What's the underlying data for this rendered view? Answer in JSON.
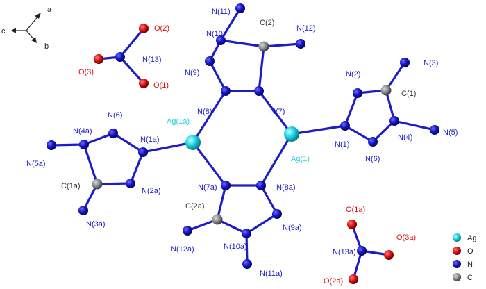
{
  "colors": {
    "Ag": "#1fd6e6",
    "O": "#e01010",
    "N": "#1515c8",
    "C": "#8c8c8c",
    "bond_N": "#1c1cc8",
    "bond_Ag": "#1c1cc8"
  },
  "axes": {
    "a": "a",
    "b": "b",
    "c": "c"
  },
  "legend": [
    {
      "element": "Ag",
      "label": "Ag"
    },
    {
      "element": "O",
      "label": "O"
    },
    {
      "element": "N",
      "label": "N"
    },
    {
      "element": "C",
      "label": "C"
    }
  ],
  "atoms": [
    {
      "id": "Ag1",
      "element": "Ag",
      "label": "Ag(1)"
    },
    {
      "id": "Ag1a",
      "element": "Ag",
      "label": "Ag(1a)"
    },
    {
      "id": "N7",
      "element": "N",
      "label": "N(7)"
    },
    {
      "id": "N8",
      "element": "N",
      "label": "N(8)"
    },
    {
      "id": "N9",
      "element": "N",
      "label": "N(9)"
    },
    {
      "id": "N10",
      "element": "N",
      "label": "N(10)"
    },
    {
      "id": "N11",
      "element": "N",
      "label": "N(11)"
    },
    {
      "id": "C2",
      "element": "C",
      "label": "C(2)"
    },
    {
      "id": "N12",
      "element": "N",
      "label": "N(12)"
    },
    {
      "id": "N7a",
      "element": "N",
      "label": "N(7a)"
    },
    {
      "id": "N8a",
      "element": "N",
      "label": "N(8a)"
    },
    {
      "id": "N9a",
      "element": "N",
      "label": "N(9a)"
    },
    {
      "id": "N10a",
      "element": "N",
      "label": "N(10a)"
    },
    {
      "id": "N11a",
      "element": "N",
      "label": "N(11a)"
    },
    {
      "id": "C2a",
      "element": "C",
      "label": "C(2a)"
    },
    {
      "id": "N12a",
      "element": "N",
      "label": "N(12a)"
    },
    {
      "id": "N1",
      "element": "N",
      "label": "N(1)"
    },
    {
      "id": "N2",
      "element": "N",
      "label": "N(2)"
    },
    {
      "id": "C1",
      "element": "C",
      "label": "C(1)"
    },
    {
      "id": "N3",
      "element": "N",
      "label": "N(3)"
    },
    {
      "id": "N4",
      "element": "N",
      "label": "N(4)"
    },
    {
      "id": "N5",
      "element": "N",
      "label": "N(5)"
    },
    {
      "id": "N6",
      "element": "N",
      "label": "N(6)"
    },
    {
      "id": "N1a",
      "element": "N",
      "label": "N(1a)"
    },
    {
      "id": "N6a",
      "element": "N",
      "label": "N(6)"
    },
    {
      "id": "N4a",
      "element": "N",
      "label": "N(4a)"
    },
    {
      "id": "N5a",
      "element": "N",
      "label": "N(5a)"
    },
    {
      "id": "C1a",
      "element": "C",
      "label": "C(1a)"
    },
    {
      "id": "N2a",
      "element": "N",
      "label": "N(2a)"
    },
    {
      "id": "N3a",
      "element": "N",
      "label": "N(3a)"
    },
    {
      "id": "N13",
      "element": "N",
      "label": "N(13)"
    },
    {
      "id": "O1",
      "element": "O",
      "label": "O(1)"
    },
    {
      "id": "O2",
      "element": "O",
      "label": "O(2)"
    },
    {
      "id": "O3",
      "element": "O",
      "label": "O(3)"
    },
    {
      "id": "N13a",
      "element": "N",
      "label": "N(13a)"
    },
    {
      "id": "O1a",
      "element": "O",
      "label": "O(1a)"
    },
    {
      "id": "O2a",
      "element": "O",
      "label": "O(2a)"
    },
    {
      "id": "O3a",
      "element": "O",
      "label": "O(3a)"
    }
  ],
  "bonds": [
    [
      "Ag1a",
      "N8"
    ],
    [
      "Ag1a",
      "N7a"
    ],
    [
      "Ag1a",
      "N1a"
    ],
    [
      "Ag1",
      "N7"
    ],
    [
      "Ag1",
      "N8a"
    ],
    [
      "Ag1",
      "N1"
    ],
    [
      "N8",
      "N7"
    ],
    [
      "N8",
      "N9"
    ],
    [
      "N9",
      "N10"
    ],
    [
      "N10",
      "C2"
    ],
    [
      "C2",
      "N7"
    ],
    [
      "C2",
      "N12"
    ],
    [
      "N10",
      "N11"
    ],
    [
      "N7a",
      "N8a"
    ],
    [
      "N8a",
      "N9a"
    ],
    [
      "N9a",
      "N10a"
    ],
    [
      "N10a",
      "C2a"
    ],
    [
      "C2a",
      "N7a"
    ],
    [
      "C2a",
      "N12a"
    ],
    [
      "N10a",
      "N11a"
    ],
    [
      "N1",
      "N2"
    ],
    [
      "N2",
      "C1"
    ],
    [
      "C1",
      "N4"
    ],
    [
      "N4",
      "N6"
    ],
    [
      "N6",
      "N1"
    ],
    [
      "C1",
      "N3"
    ],
    [
      "N4",
      "N5"
    ],
    [
      "N1a",
      "N6a"
    ],
    [
      "N6a",
      "N4a"
    ],
    [
      "N4a",
      "C1a"
    ],
    [
      "C1a",
      "N2a"
    ],
    [
      "N2a",
      "N1a"
    ],
    [
      "C1a",
      "N3a"
    ],
    [
      "N4a",
      "N5a"
    ],
    [
      "N13",
      "O1"
    ],
    [
      "N13",
      "O2"
    ],
    [
      "N13",
      "O3"
    ],
    [
      "N13a",
      "O1a"
    ],
    [
      "N13a",
      "O2a"
    ],
    [
      "N13a",
      "O3a"
    ]
  ]
}
